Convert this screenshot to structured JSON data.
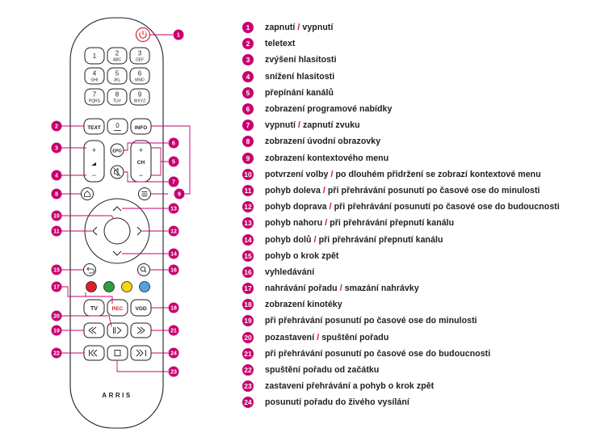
{
  "colors": {
    "accent": "#c8006e",
    "outline": "#1e1e23",
    "red": "#d8232a",
    "green": "#2e9d3e",
    "yellow": "#f5d60a",
    "blue": "#4fa3e0"
  },
  "remote": {
    "brand": "ARRIS",
    "power_icon": "power-icon",
    "keypad": [
      {
        "digit": "1",
        "letters": ""
      },
      {
        "digit": "2",
        "letters": "ABC"
      },
      {
        "digit": "3",
        "letters": "DEF"
      },
      {
        "digit": "4",
        "letters": "GHI"
      },
      {
        "digit": "5",
        "letters": "JKL"
      },
      {
        "digit": "6",
        "letters": "MNO"
      },
      {
        "digit": "7",
        "letters": "PQRS"
      },
      {
        "digit": "8",
        "letters": "TUV"
      },
      {
        "digit": "9",
        "letters": "WXYZ"
      }
    ],
    "text_key": "TEXT",
    "zero_key": "0",
    "info_key": "INFO",
    "epg_key": "EPG",
    "ch_label": "CH",
    "vol_plus": "+",
    "vol_minus": "−",
    "ch_plus": "+",
    "ch_minus": "−",
    "tv_key": "TV",
    "rec_key": "REC",
    "vod_key": "VOD",
    "icons": {
      "home": "home-icon",
      "menu": "menu-icon",
      "mute": "mute-icon",
      "back": "back-icon",
      "search": "search-icon",
      "rewind": "rewind-icon",
      "play_pause": "play-pause-icon",
      "forward": "fast-forward-icon",
      "skip_back": "skip-back-icon",
      "stop": "stop-icon",
      "skip_live": "skip-live-icon",
      "up": "chevron-up-icon",
      "down": "chevron-down-icon",
      "left": "chevron-left-icon",
      "right": "chevron-right-icon",
      "volume": "volume-icon"
    }
  },
  "callouts": [
    "1",
    "2",
    "3",
    "4",
    "5",
    "6",
    "7",
    "8",
    "9",
    "10",
    "11",
    "12",
    "13",
    "14",
    "15",
    "16",
    "17",
    "18",
    "19",
    "20",
    "21",
    "22",
    "23",
    "24"
  ],
  "legend": [
    {
      "num": "1",
      "parts": [
        "zapnutí",
        "vypnutí"
      ]
    },
    {
      "num": "2",
      "parts": [
        "teletext"
      ]
    },
    {
      "num": "3",
      "parts": [
        "zvýšení hlasitosti"
      ]
    },
    {
      "num": "4",
      "parts": [
        "snížení hlasitosti"
      ]
    },
    {
      "num": "5",
      "parts": [
        "přepínání kanálů"
      ]
    },
    {
      "num": "6",
      "parts": [
        "zobrazení programové nabídky"
      ]
    },
    {
      "num": "7",
      "parts": [
        "vypnutí",
        "zapnutí zvuku"
      ]
    },
    {
      "num": "8",
      "parts": [
        "zobrazení úvodní obrazovky"
      ]
    },
    {
      "num": "9",
      "parts": [
        "zobrazení kontextového menu"
      ]
    },
    {
      "num": "10",
      "parts": [
        "potvrzení volby",
        "po dlouhém přidržení se zobrazí kontextové menu"
      ]
    },
    {
      "num": "11",
      "parts": [
        "pohyb doleva",
        "při přehrávání posunutí po časové ose do minulosti"
      ]
    },
    {
      "num": "12",
      "parts": [
        "pohyb doprava",
        "při přehrávání posunutí po časové ose do budoucnosti"
      ]
    },
    {
      "num": "13",
      "parts": [
        "pohyb nahoru",
        "při přehrávání přepnutí kanálu"
      ]
    },
    {
      "num": "14",
      "parts": [
        "pohyb dolů",
        "při přehrávání přepnutí kanálu"
      ]
    },
    {
      "num": "15",
      "parts": [
        "pohyb o krok zpět"
      ]
    },
    {
      "num": "16",
      "parts": [
        "vyhledávání"
      ]
    },
    {
      "num": "17",
      "parts": [
        "nahrávání pořadu",
        "smazání nahrávky"
      ]
    },
    {
      "num": "18",
      "parts": [
        "zobrazení kinotéky"
      ]
    },
    {
      "num": "19",
      "parts": [
        "při přehrávání posunutí po časové ose do minulosti"
      ]
    },
    {
      "num": "20",
      "parts": [
        "pozastavení",
        "spuštění pořadu"
      ]
    },
    {
      "num": "21",
      "parts": [
        "při přehrávání posunutí po časové ose do budoucnosti"
      ]
    },
    {
      "num": "22",
      "parts": [
        "spuštění pořadu od začátku"
      ]
    },
    {
      "num": "23",
      "parts": [
        "zastavení přehrávání a pohyb o krok zpět"
      ]
    },
    {
      "num": "24",
      "parts": [
        "posunutí pořadu do živého vysílání"
      ]
    }
  ]
}
